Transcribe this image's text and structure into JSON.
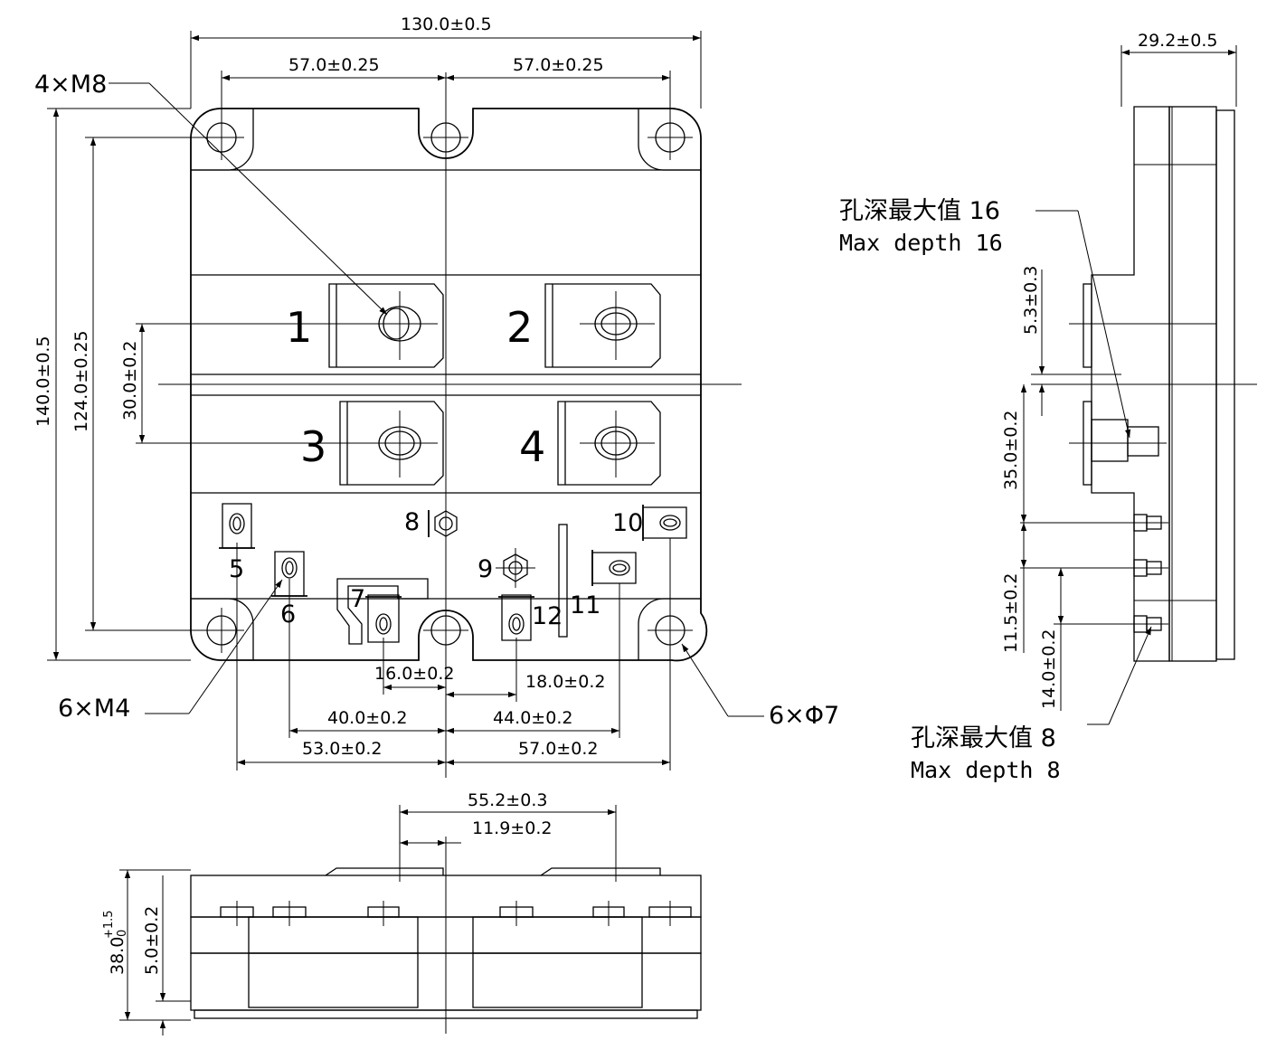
{
  "top_view": {
    "dims": {
      "overall_width": "130.0±0.5",
      "left_hole_pitch": "57.0±0.25",
      "right_hole_pitch": "57.0±0.25",
      "overall_height": "140.0±0.5",
      "hole_height": "124.0±0.25",
      "terminal_pitch": "30.0±0.2",
      "d_16": "16.0±0.2",
      "d_18": "18.0±0.2",
      "d_40": "40.0±0.2",
      "d_44": "44.0±0.2",
      "d_53": "53.0±0.2",
      "d_57": "57.0±0.2"
    },
    "callouts": {
      "m8": "4×M8",
      "m4": "6×M4",
      "phi7": "6×Φ7"
    },
    "terminals": [
      "1",
      "2",
      "3",
      "4"
    ],
    "aux_pins": [
      "5",
      "6",
      "7",
      "8",
      "9",
      "10",
      "11",
      "12"
    ]
  },
  "side_view": {
    "dims": {
      "height": "29.2±0.5",
      "d_5_3": "5.3±0.3",
      "d_35": "35.0±0.2",
      "d_11_5": "11.5±0.2",
      "d_14": "14.0±0.2"
    },
    "note_16_cn": "孔深最大值 16",
    "note_16_en": "Max depth 16",
    "note_8_cn": "孔深最大值 8",
    "note_8_en": "Max depth 8"
  },
  "front_view": {
    "dims": {
      "d_55_2": "55.2±0.3",
      "d_11_9": "11.9±0.2",
      "height_base": "38.0",
      "height_tol_upper": "+1.5",
      "height_tol_lower": "0",
      "d_5": "5.0±0.2"
    }
  }
}
